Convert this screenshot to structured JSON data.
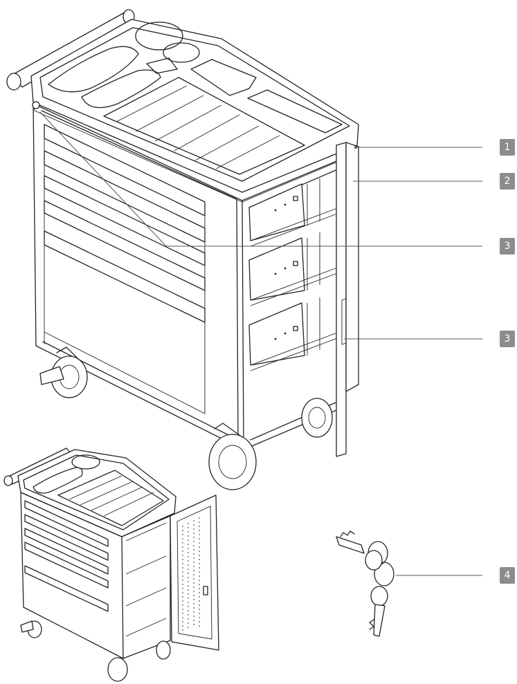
{
  "callouts": [
    {
      "label": "1"
    },
    {
      "label": "2"
    },
    {
      "label": "3"
    },
    {
      "label": "3"
    },
    {
      "label": "4"
    }
  ],
  "colors": {
    "badge": "#8c8c8c",
    "line": "#222222"
  }
}
